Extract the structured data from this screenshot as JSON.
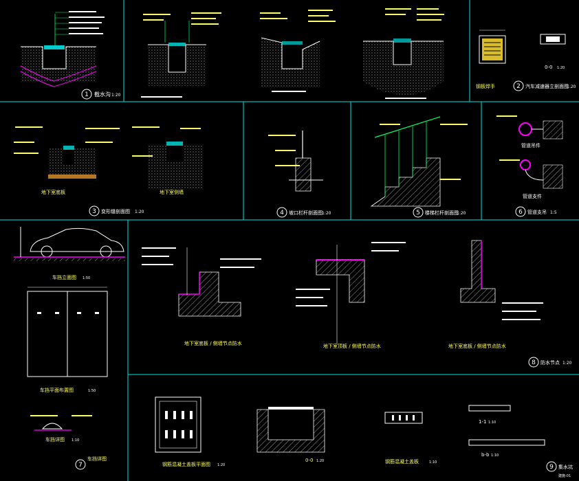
{
  "detail_titles": [
    {
      "num": "1",
      "text": "截水沟",
      "scale": "1:20"
    },
    {
      "num": "2",
      "text": "汽车减速器立剖面图",
      "scale": "1:20"
    },
    {
      "num": "3",
      "text": "变形缝剖面图",
      "scale": "1:20"
    },
    {
      "num": "4",
      "text": "坡口栏杆剖面图",
      "scale": "1:20"
    },
    {
      "num": "5",
      "text": "楼梯栏杆剖面图",
      "scale": "1:20"
    },
    {
      "num": "6",
      "text": "管道支吊",
      "scale": "1:5"
    },
    {
      "num": "7",
      "text": "车挡详图",
      "scale": ""
    },
    {
      "num": "8",
      "text": "防水节点",
      "scale": "1:20"
    },
    {
      "num": "9",
      "text": "集水坑",
      "scale": ""
    }
  ],
  "sub_captions": {
    "plan_2": "钢板焊手",
    "section_2": "0-0",
    "section_2_scale": "1:20",
    "pipe_top": "管道吊件",
    "pipe_bottom": "管道支件",
    "car_elevation": "车挡立面图",
    "car_elevation_scale": "1:50",
    "parking_plan": "车挡平面布置图",
    "parking_plan_scale": "1:50",
    "stopper_detail": "车挡详图",
    "stopper_scale": "1:10",
    "joint_left": "地下室底板 / 侧墙节点防水",
    "joint_mid": "地下室顶板 / 侧墙节点防水",
    "joint_right": "地下室底板 / 侧墙节点防水",
    "cover_plan": "钢筋混凝土盖板平面图",
    "cover_plan_scale": "1:20",
    "pit_section": "0-0",
    "pit_section_scale": "1:20",
    "grate_detail": "钢筋混凝土盖板",
    "grate_detail_scale": "1:10",
    "section_11": "1-1",
    "section_11_scale": "1:10",
    "section_bb": "b-b",
    "section_bb_scale": "1:10",
    "deform_left": "地下室底板",
    "deform_right": "地下室侧墙"
  },
  "corner_note": "建施-01"
}
